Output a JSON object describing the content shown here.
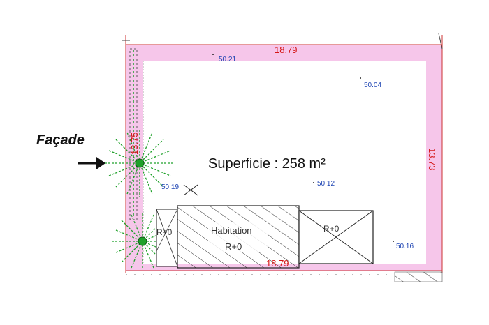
{
  "facade": {
    "label": "Façade"
  },
  "area": {
    "label": "Superficie : 258 m²"
  },
  "dimensions": {
    "top": "18.79",
    "bottom": "18.79",
    "left": "13.75",
    "right": "13.73"
  },
  "elevations": {
    "top_left": "50.21",
    "top_right": "50.04",
    "middle_left": "50.19",
    "middle": "50.12",
    "bottom_right": "50.16"
  },
  "buildings": {
    "annex_label": "R+0",
    "house_label_1": "Habitation",
    "house_label_2": "R+0",
    "garage_label": "R+0"
  },
  "colors": {
    "boundary": "#f6c6ea",
    "dimension_text": "#d51616",
    "elevation_text": "#1f45b3",
    "tree_green": "#1fa12a"
  }
}
